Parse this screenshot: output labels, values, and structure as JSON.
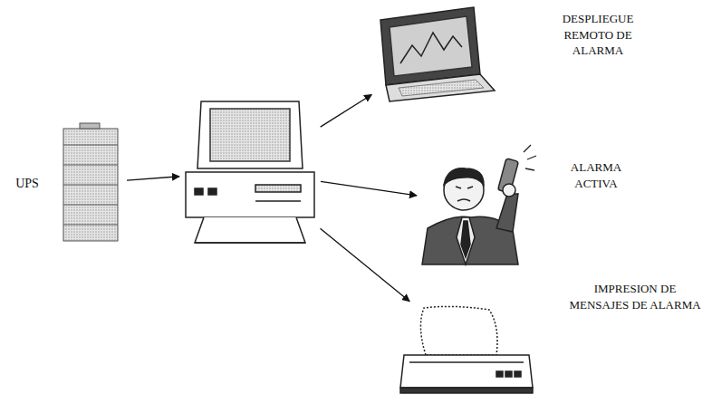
{
  "diagram": {
    "nodes": [
      {
        "text": [
          "UPS"
        ]
      },
      {
        "text": []
      },
      {
        "text": [
          "DESPLIEGUE REMOTO DE ALARMA"
        ]
      },
      {
        "text": [
          "ALARMA ACTIVA"
        ]
      },
      {
        "text": [
          "IMPRESION DE MENSAJES DE ALARMA"
        ]
      }
    ],
    "edges": [
      {
        "from": 0,
        "to": 1,
        "arrow": "to"
      },
      {
        "from": 1,
        "to": 2,
        "arrow": "to"
      },
      {
        "from": 1,
        "to": 3,
        "arrow": "to"
      },
      {
        "from": 1,
        "to": 4,
        "arrow": "to"
      }
    ]
  }
}
